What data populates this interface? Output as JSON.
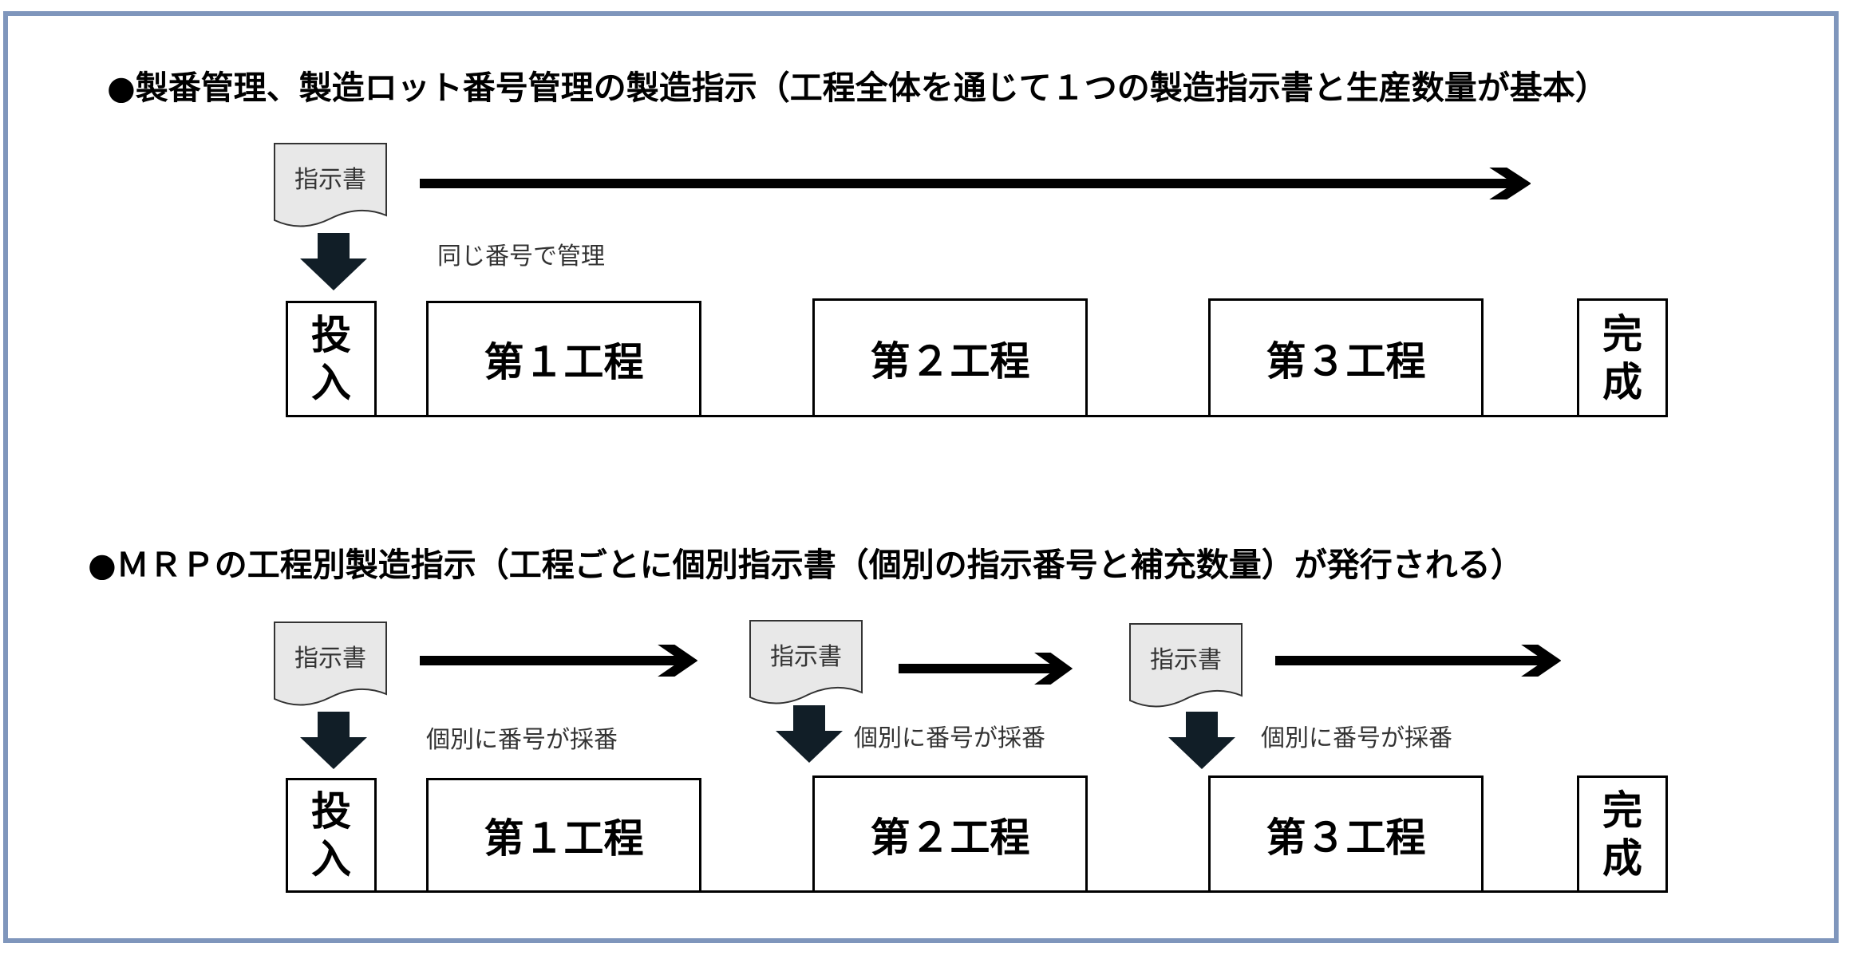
{
  "sections": [
    {
      "heading": "●製番管理、製造ロット番号管理の製造指示（工程全体を通じて１つの製造指示書と生産数量が基本）",
      "docs": [
        {
          "label": "指示書"
        }
      ],
      "notes": [
        "同じ番号で管理"
      ],
      "start": [
        "投",
        "入"
      ],
      "steps": [
        "第１工程",
        "第２工程",
        "第３工程"
      ],
      "end": [
        "完",
        "成"
      ]
    },
    {
      "heading": "●ＭＲＰの工程別製造指示（工程ごとに個別指示書（個別の指示番号と補充数量）が発行される）",
      "docs": [
        {
          "label": "指示書"
        },
        {
          "label": "指示書"
        },
        {
          "label": "指示書"
        }
      ],
      "notes": [
        "個別に番号が採番",
        "個別に番号が採番",
        "個別に番号が採番"
      ],
      "start": [
        "投",
        "入"
      ],
      "steps": [
        "第１工程",
        "第２工程",
        "第３工程"
      ],
      "end": [
        "完",
        "成"
      ]
    }
  ],
  "colors": {
    "frame": "#7f96bc",
    "doc_fill": "#e8e8e8",
    "arrow": "#000000",
    "down_arrow": "#111e27"
  }
}
